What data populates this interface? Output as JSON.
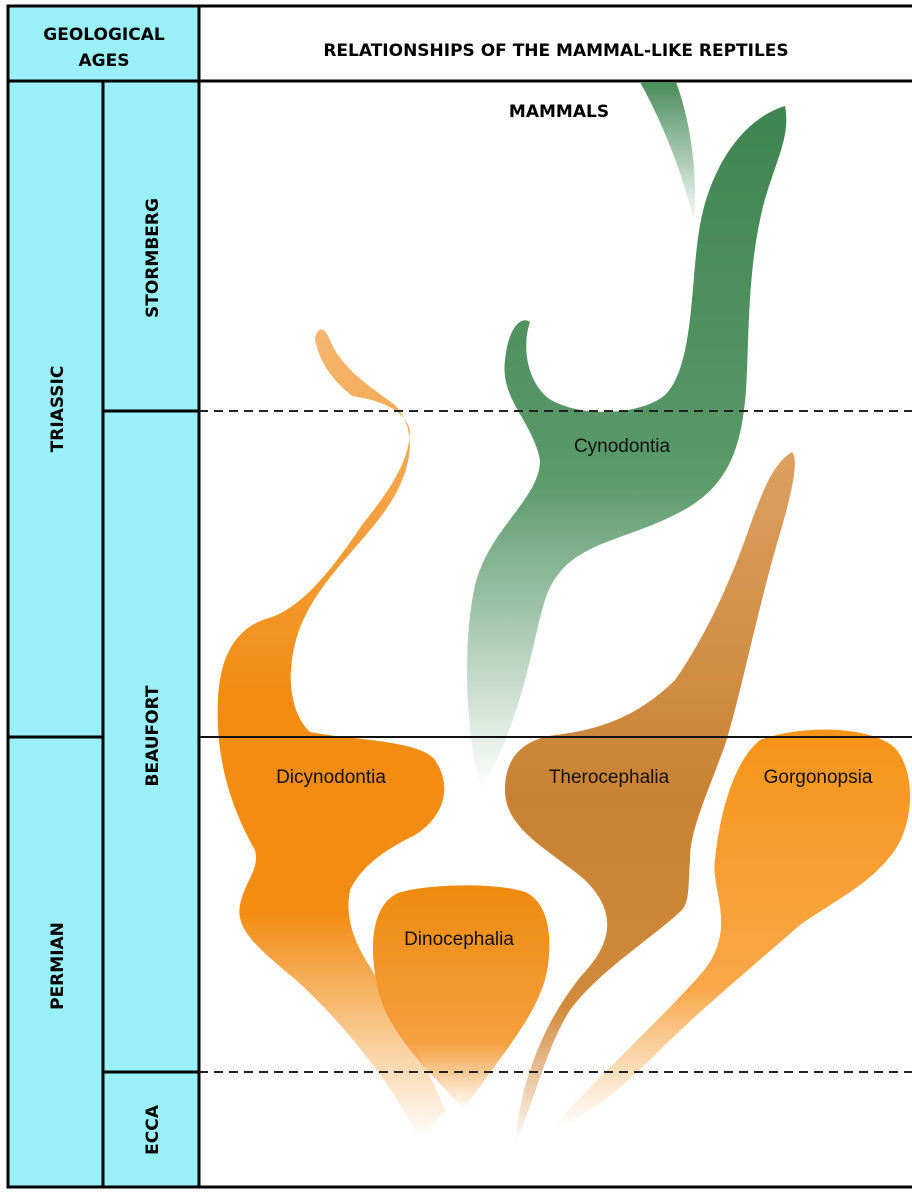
{
  "header": {
    "ages_line1": "GEOLOGICAL",
    "ages_line2": "AGES",
    "title": "RELATIONSHIPS OF THE MAMMAL-LIKE REPTILES"
  },
  "periods": {
    "triassic": "TRIASSIC",
    "permian": "PERMIAN"
  },
  "series": {
    "stormberg": "STORMBERG",
    "beaufort": "BEAUFORT",
    "ecca": "ECCA"
  },
  "clades": {
    "mammals": "MAMMALS",
    "cynodontia": "Cynodontia",
    "dicynodontia": "Dicynodontia",
    "therocephalia": "Therocephalia",
    "gorgonopsia": "Gorgonopsia",
    "dinocephalia": "Dinocephalia"
  },
  "colors": {
    "column_fill": "#99f0f8",
    "cynodontia": "#4e8f5e",
    "dicynodontia": "#f28a0c",
    "therocephalia": "#d1883a",
    "gorgonopsia": "#f7961e",
    "dinocephalia": "#f08a10",
    "upper_orange": "#f5a850"
  }
}
